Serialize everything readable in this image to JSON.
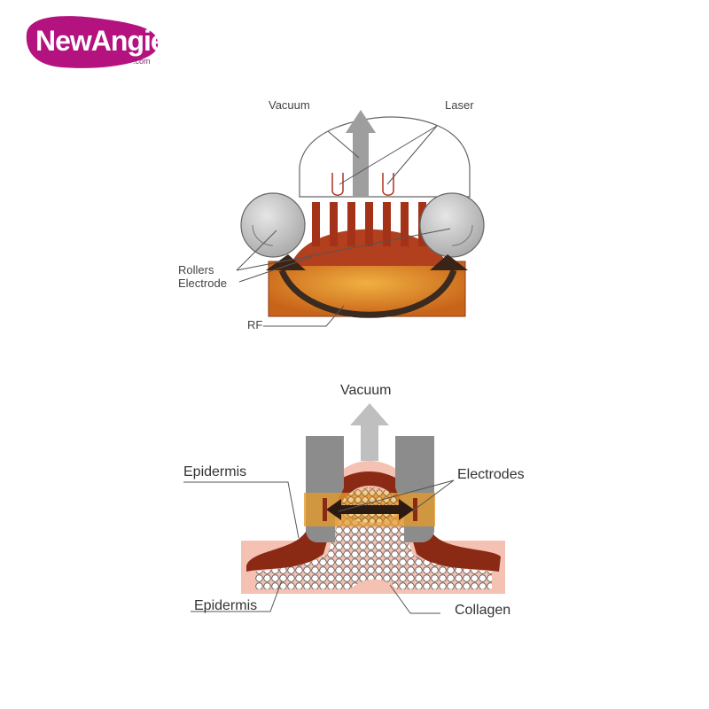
{
  "brand": {
    "name": "NewAngie",
    "suffix": ".com",
    "color": "#b3127f"
  },
  "diagram_top": {
    "labels": {
      "vacuum": "Vacuum",
      "laser": "Laser",
      "rollers": "Rollers",
      "electrode": "Electrode",
      "rf": "RF"
    }
  },
  "diagram_bottom": {
    "labels": {
      "vacuum": "Vacuum",
      "epidermis_top": "Epidermis",
      "electrodes": "Electrodes",
      "epidermis_bottom": "Epidermis",
      "collagen": "Collagen"
    }
  },
  "colors": {
    "tissue_dark": "#8b2a14",
    "tissue_orange": "#d9751e",
    "skin_pink": "#f3b8a8",
    "roller_gray": "#c8c8c8",
    "electrode_gray": "#8c8c8c",
    "vacuum_arrow": "#bdbdbd"
  }
}
